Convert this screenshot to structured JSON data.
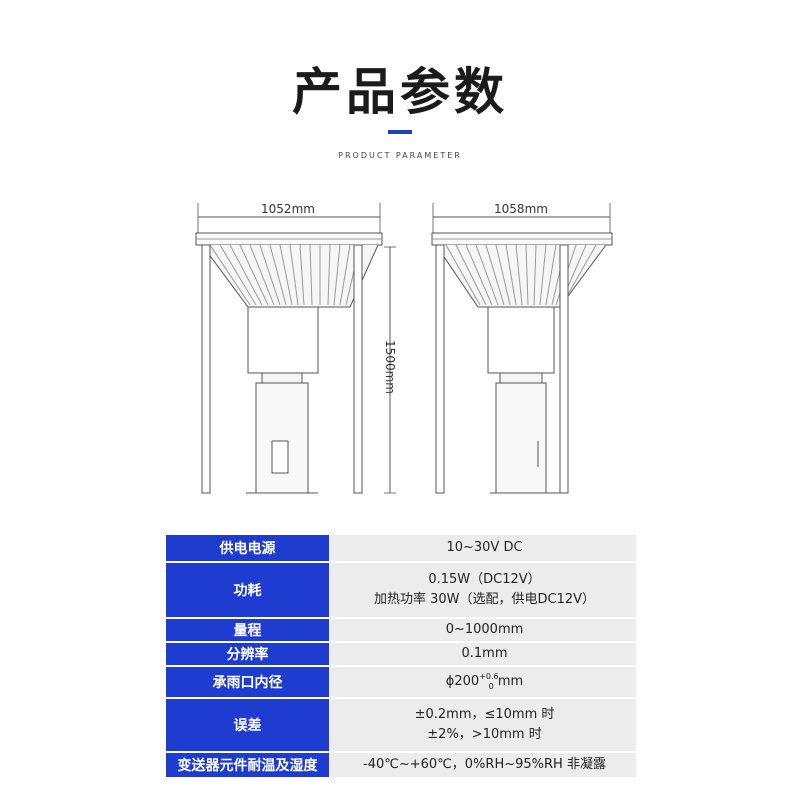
{
  "header": {
    "title": "产品参数",
    "subtitle": "PRODUCT PARAMETER"
  },
  "diagram": {
    "left_width": "1052mm",
    "right_width": "1058mm",
    "height": "1500mm"
  },
  "specs": [
    {
      "label": "供电电源",
      "lines": [
        "10~30V DC"
      ]
    },
    {
      "label": "功耗",
      "lines": [
        "0.15W（DC12V）",
        "加热功率 30W（选配，供电DC12V）"
      ]
    },
    {
      "label": "量程",
      "lines": [
        "0~1000mm"
      ]
    },
    {
      "label": "分辨率",
      "lines": [
        "0.1mm"
      ]
    },
    {
      "label": "承雨口内径",
      "prefix": "ϕ200",
      "sup": "+0.6",
      "sub": "0",
      "suffix": " mm"
    },
    {
      "label": "误差",
      "lines": [
        "±0.2mm，≤10mm 时",
        "±2%，>10mm 时"
      ]
    },
    {
      "label": "变送器元件耐温及湿度",
      "lines": [
        "-40℃~+60℃，0%RH~95%RH 非凝露"
      ]
    }
  ],
  "colors": {
    "accent": "#1f3cd1",
    "cell_bg": "#ececec"
  }
}
